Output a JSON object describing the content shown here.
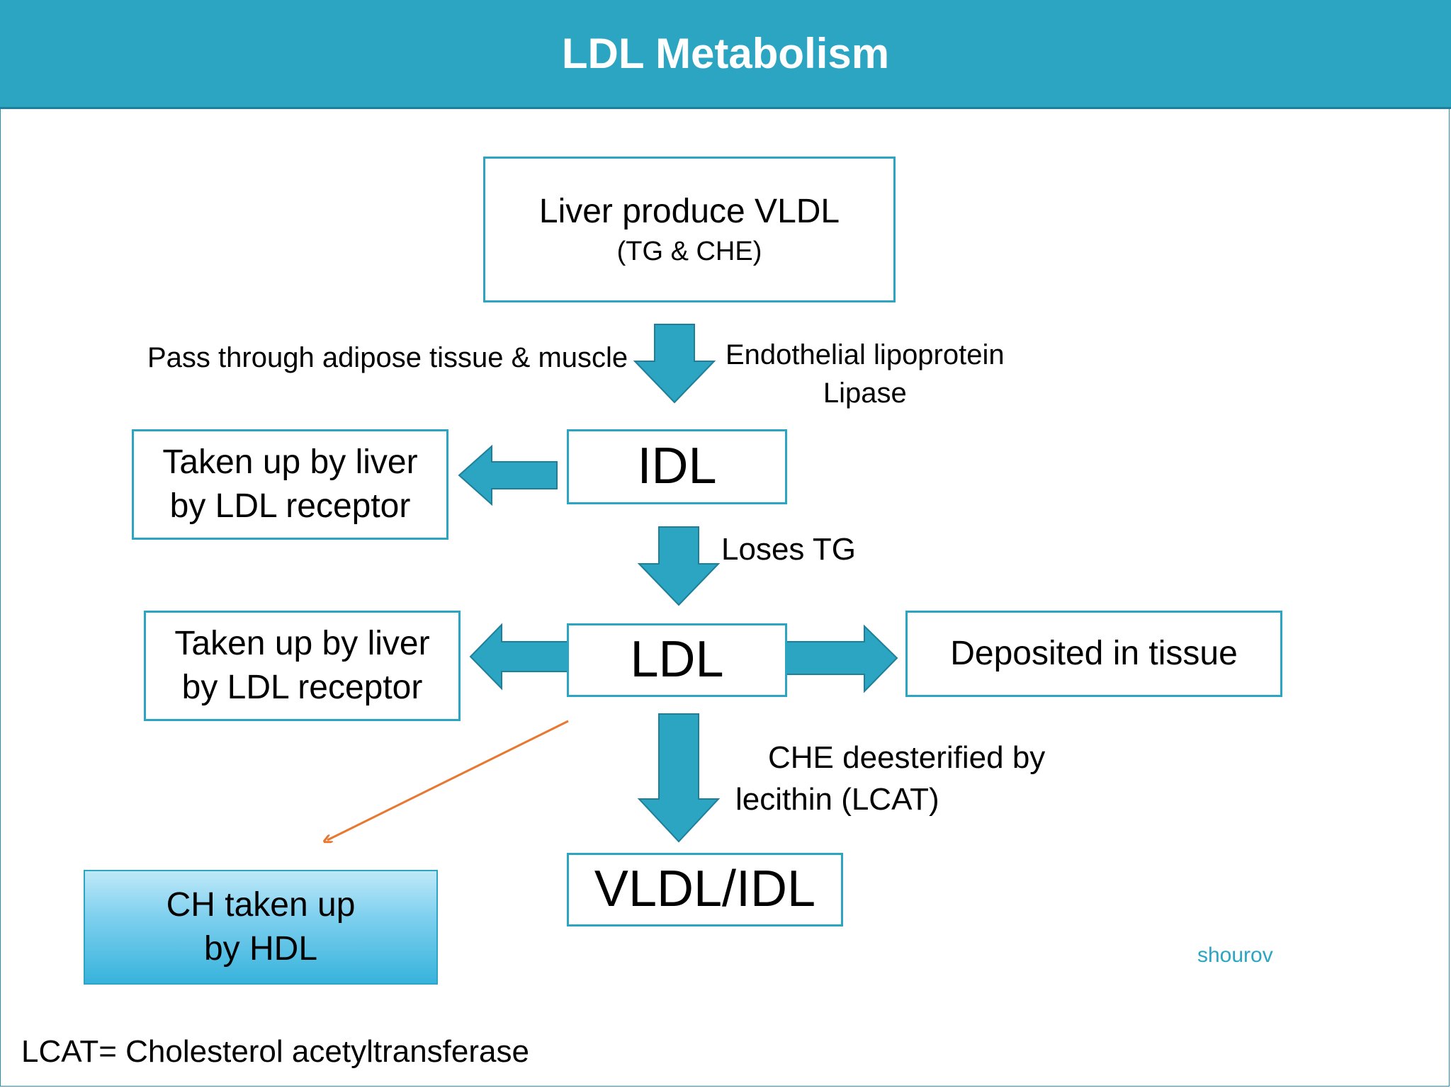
{
  "title": "LDL Metabolism",
  "boxes": {
    "liver_vldl": {
      "line1": "Liver produce VLDL",
      "line2": "(TG & CHE)"
    },
    "idl": {
      "text": "IDL"
    },
    "liver_uptake_idl": {
      "line1": "Taken up by liver",
      "line2": "by LDL receptor"
    },
    "ldl": {
      "text": "LDL"
    },
    "liver_uptake_ldl": {
      "line1": "Taken up by liver",
      "line2": "by LDL receptor"
    },
    "deposited": {
      "text": "Deposited in tissue"
    },
    "vldl_idl": {
      "text": "VLDL/IDL"
    },
    "hdl": {
      "line1": "CH taken up",
      "line2": "by HDL"
    }
  },
  "labels": {
    "pass_through": "Pass through adipose tissue & muscle",
    "lipase_line1": "Endothelial lipoprotein",
    "lipase_line2": "Lipase",
    "loses_tg": "Loses TG",
    "che_line1": "CHE deesterified by",
    "che_line2": "lecithin (LCAT)"
  },
  "watermark": "shourov",
  "footnote": "LCAT= Cholesterol acetyltransferase",
  "colors": {
    "header": "#2ba5c2",
    "arrow": "#2ba5c2",
    "arrow_outline": "#1f7f99",
    "pointer": "#e8782f"
  }
}
